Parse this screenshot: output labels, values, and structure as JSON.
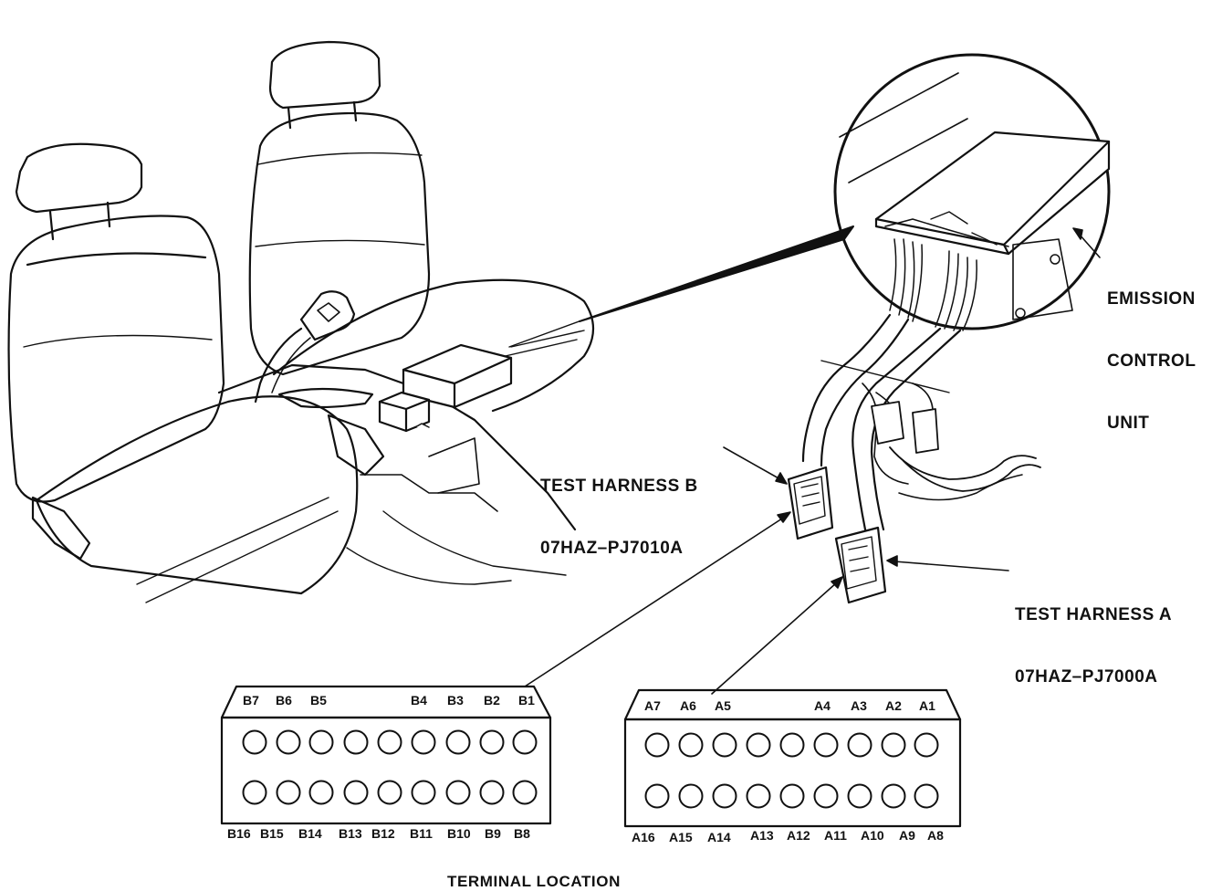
{
  "callouts": {
    "ecu": [
      "EMISSION",
      "CONTROL",
      "UNIT"
    ],
    "harness_b": [
      "TEST HARNESS B",
      "07HAZ–PJ7010A"
    ],
    "harness_a": [
      "TEST HARNESS A",
      "07HAZ–PJ7000A"
    ]
  },
  "connector_b": {
    "top_pins": [
      "B7",
      "B6",
      "B5",
      "B4",
      "B3",
      "B2",
      "B1"
    ],
    "bottom_pins": [
      "B16",
      "B15",
      "B14",
      "B13",
      "B12",
      "B11",
      "B10",
      "B9",
      "B8"
    ]
  },
  "connector_a": {
    "top_pins": [
      "A7",
      "A6",
      "A5",
      "A4",
      "A3",
      "A2",
      "A1"
    ],
    "bottom_pins": [
      "A16",
      "A15",
      "A14",
      "A13",
      "A12",
      "A11",
      "A10",
      "A9",
      "A8"
    ]
  },
  "caption": "TERMINAL LOCATION"
}
